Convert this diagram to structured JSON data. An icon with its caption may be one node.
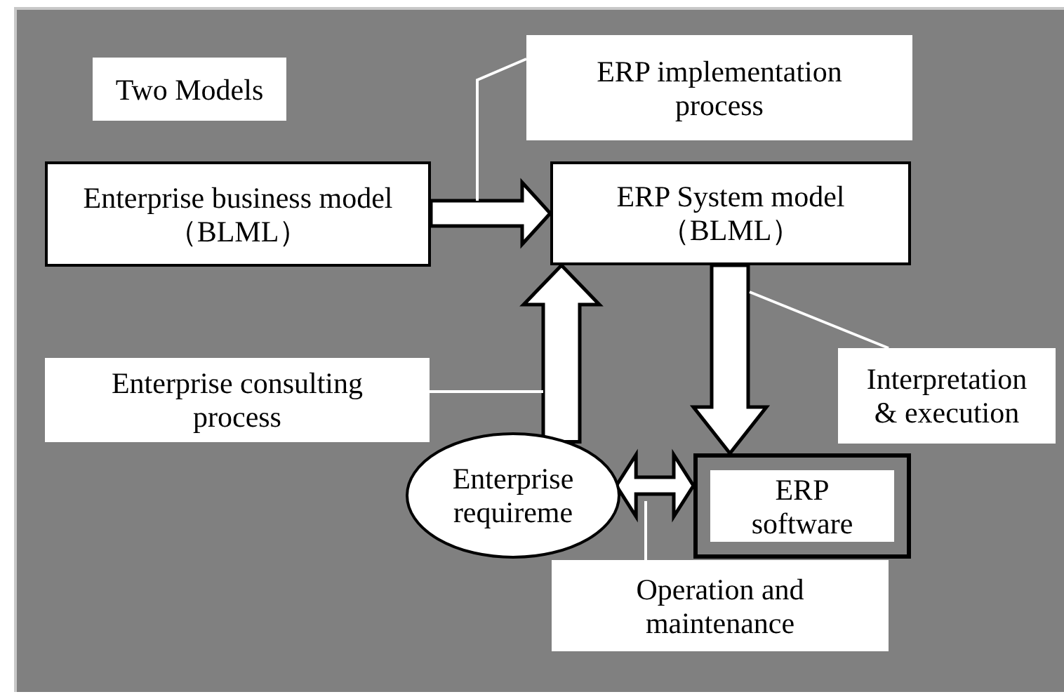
{
  "diagram": {
    "nodes": [
      {
        "text": [
          "Two Models"
        ]
      },
      {
        "text": [
          "ERP implementation process"
        ]
      },
      {
        "text": [
          "Enterprise business model （BLML）"
        ]
      },
      {
        "text": [
          "ERP System model （BLML）"
        ]
      },
      {
        "text": [
          "Enterprise consulting process"
        ]
      },
      {
        "text": [
          "Interpretation & execution"
        ]
      },
      {
        "text": [
          "Enterprise requireme"
        ]
      },
      {
        "text": [
          "ERP software"
        ]
      },
      {
        "text": [
          "Operation and maintenance"
        ]
      }
    ],
    "edges": [
      {
        "from": 2,
        "to": 3,
        "arrow": "to"
      },
      {
        "from": 6,
        "to": 3,
        "arrow": "to"
      },
      {
        "from": 3,
        "to": 7,
        "arrow": "to"
      },
      {
        "from": 6,
        "to": 7,
        "arrow": "both"
      },
      {
        "from": 1,
        "to": null,
        "arrow": "none",
        "color": "#ffffff"
      },
      {
        "from": 4,
        "to": null,
        "arrow": "none",
        "color": "#ffffff"
      },
      {
        "from": 5,
        "to": null,
        "arrow": "none",
        "color": "#ffffff"
      },
      {
        "from": 8,
        "to": null,
        "arrow": "none",
        "color": "#ffffff"
      }
    ]
  }
}
